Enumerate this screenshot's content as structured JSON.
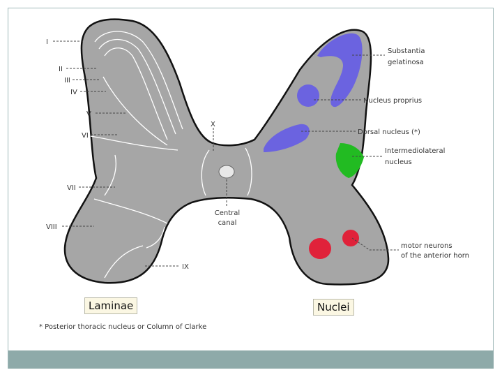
{
  "laminae": {
    "roman": [
      "I",
      "II",
      "III",
      "IV",
      "V",
      "VI",
      "VII",
      "VIII",
      "IX",
      "X"
    ]
  },
  "nuclei": {
    "substantia": [
      "Substantia",
      "gelatinosa"
    ],
    "proprius": "Nucleus proprius",
    "dorsal": "Dorsal nucleus (*)",
    "intermedio": [
      "Intermediolateral",
      "nucleus"
    ],
    "motor": [
      "motor neurons",
      "of the anterior horn"
    ]
  },
  "central_canal": [
    "Central",
    "canal"
  ],
  "tags": {
    "laminae": "Laminae",
    "nuclei": "Nuclei"
  },
  "footnote": "* Posterior thoracic nucleus or Column of Clarke",
  "colors": {
    "grey_matter": "#a6a6a6",
    "gelatinosa": "#6b63e0",
    "intermediolateral": "#22bb22",
    "motor": "#e0223a",
    "footer": "#8eaaa9"
  }
}
